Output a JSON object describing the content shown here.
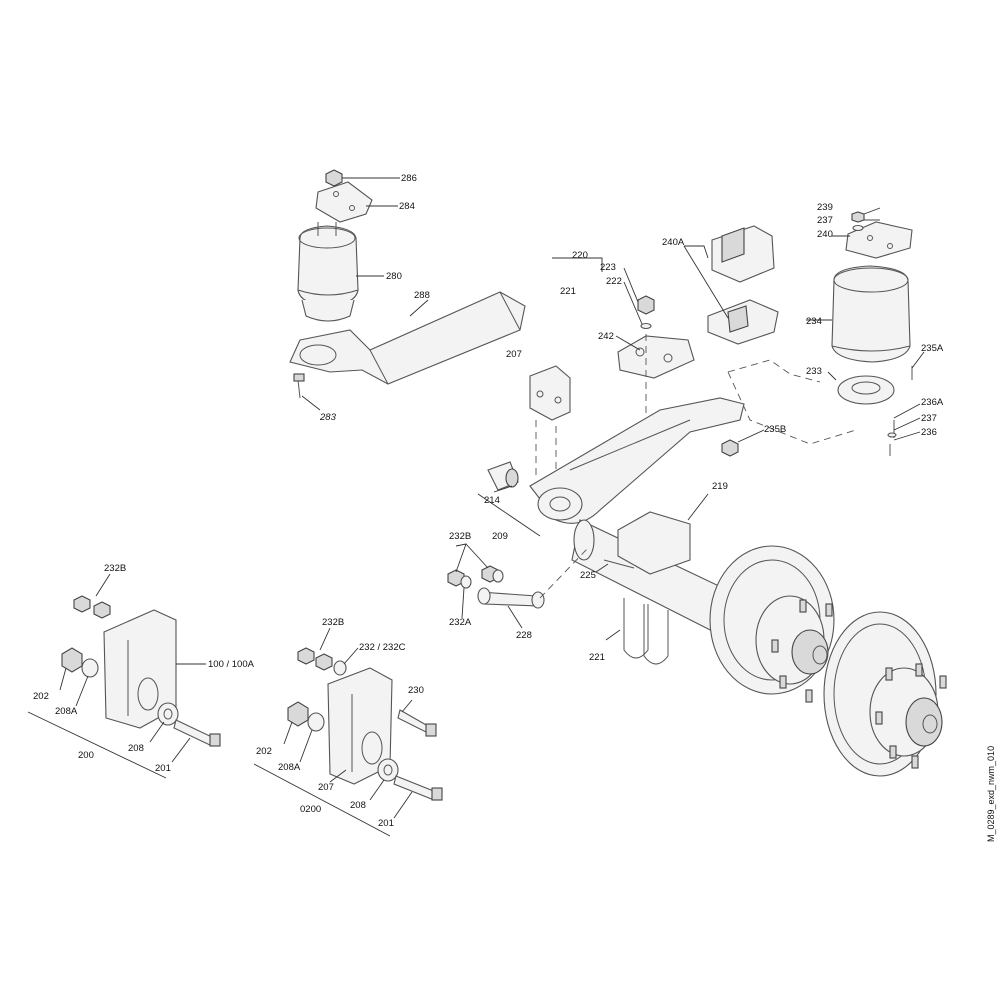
{
  "drawing_id": "M_0289_exd_nwm_010",
  "callouts": {
    "c286": "286",
    "c284": "284",
    "c280": "280",
    "c288": "288",
    "c283": "283",
    "c220": "220",
    "c223": "223",
    "c222": "222",
    "c221_top": "221",
    "c240A": "240A",
    "c242": "242",
    "c207_main": "207",
    "c239": "239",
    "c237_top": "237",
    "c240": "240",
    "c234": "234",
    "c235A": "235A",
    "c233": "233",
    "c236A": "236A",
    "c237_bot": "237",
    "c236": "236",
    "c235B": "235B",
    "c214": "214",
    "c209": "209",
    "c219": "219",
    "c232B_mid": "232B",
    "c225": "225",
    "c232A": "232A",
    "c228": "228",
    "c221_bot": "221",
    "c232B_left": "232B",
    "c100_100A": "100 / 100A",
    "c202_left": "202",
    "c208A_left": "208A",
    "c200": "200",
    "c208_left": "208",
    "c201_left": "201",
    "c232B_center": "232B",
    "c232_232C": "232 / 232C",
    "c230": "230",
    "c202_center": "202",
    "c208A_center": "208A",
    "c207_center": "207",
    "c0200": "0200",
    "c208_center": "208",
    "c201_center": "201"
  }
}
